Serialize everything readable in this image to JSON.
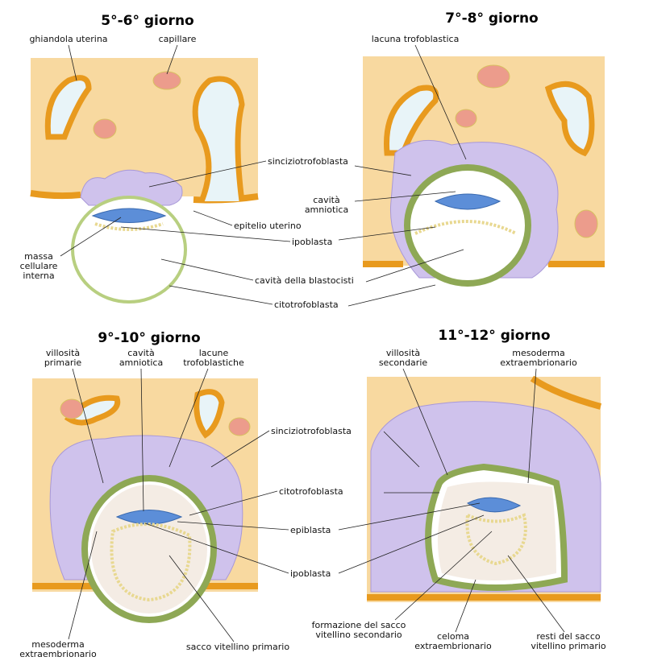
{
  "panels": [
    {
      "title": "5°-6° giorno",
      "labels": {
        "gland": "ghiandola uterina",
        "capillary": "capillare",
        "syncytio": "sinciziotrofoblasta",
        "epithelium": "epitelio uterino",
        "icm": [
          "massa",
          "cellulare",
          "interna"
        ],
        "hypoblast": "ipoblasta",
        "blastocoel": "cavità della blastocisti",
        "cyto": "citotrofoblasta"
      }
    },
    {
      "title": "7°-8° giorno",
      "labels": {
        "lacuna": "lacuna trofoblastica",
        "amniotic": [
          "cavità",
          "amniotica"
        ]
      }
    },
    {
      "title": "9°-10° giorno",
      "labels": {
        "villi": [
          "villosità",
          "primarie"
        ],
        "amniotic": [
          "cavità",
          "amniotica"
        ],
        "lacunae": [
          "lacune",
          "trofoblastiche"
        ],
        "syncytio": "sinciziotrofoblasta",
        "cyto": "citotrofoblasta",
        "epiblast": "epiblasta",
        "hypoblast": "ipoblasta",
        "meso": [
          "mesoderma",
          "extraembrionario"
        ],
        "yolk": "sacco vitellino primario"
      }
    },
    {
      "title": "11°-12° giorno",
      "labels": {
        "villi": [
          "villosità",
          "secondarie"
        ],
        "meso": [
          "mesoderma",
          "extraembrionario"
        ],
        "secyolk": [
          "formazione del sacco",
          "vitellino secondario"
        ],
        "coelom": [
          "celoma",
          "extraembrionario"
        ],
        "remnant": [
          "resti del sacco",
          "vitellino primario"
        ]
      }
    }
  ]
}
